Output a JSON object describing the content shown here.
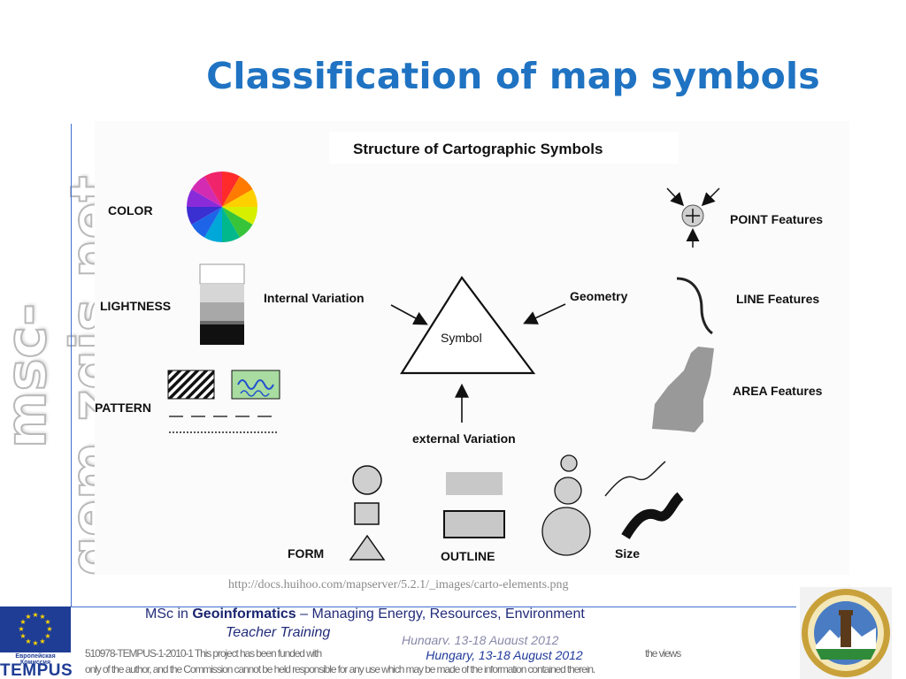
{
  "slide": {
    "title": "Classification of map symbols",
    "side_brand": "msc-gem.zgis.net",
    "caption": "http://docs.huihoo.com/mapserver/5.2.1/_images/carto-elements.png"
  },
  "diagram": {
    "heading": "Structure of Cartographic Symbols",
    "center": "Symbol",
    "arrows": {
      "internal": "Internal Variation",
      "geometry": "Geometry",
      "external": "external Variation"
    },
    "left_labels": {
      "color": "COLOR",
      "lightness": "LIGHTNESS",
      "pattern": "PATTERN"
    },
    "right_labels": {
      "point": "POINT Features",
      "line": "LINE Features",
      "area": "AREA Features"
    },
    "bottom_labels": {
      "form": "FORM",
      "outline": "OUTLINE",
      "size": "Size"
    }
  },
  "footer": {
    "program_prefix": "MSc in ",
    "program_bold": "Geoinformatics",
    "program_suffix": " – Managing Energy, Resources, Environment",
    "subtitle": "Teacher Training",
    "ghost_date": "Hungary, 13-18 August 2012",
    "date": "Hungary, 13-18 August 2012",
    "disclaimer_line1": "510978-TEMPUS-1-2010-1 This project has been funded with",
    "disclaimer_line1_end": "the views",
    "disclaimer_line2": "only of the author, and the Commission cannot be held responsible for any use which may be made of the information contained therein.",
    "eu_label": "Европейская Комиссия",
    "tempus": "TEMPUS"
  },
  "colors": {
    "title": "#1f73c2",
    "rule": "#3f6fd0",
    "footer_text": "#222c7a",
    "eu_blue": "#1f3d95",
    "eu_star": "#ffd400"
  }
}
